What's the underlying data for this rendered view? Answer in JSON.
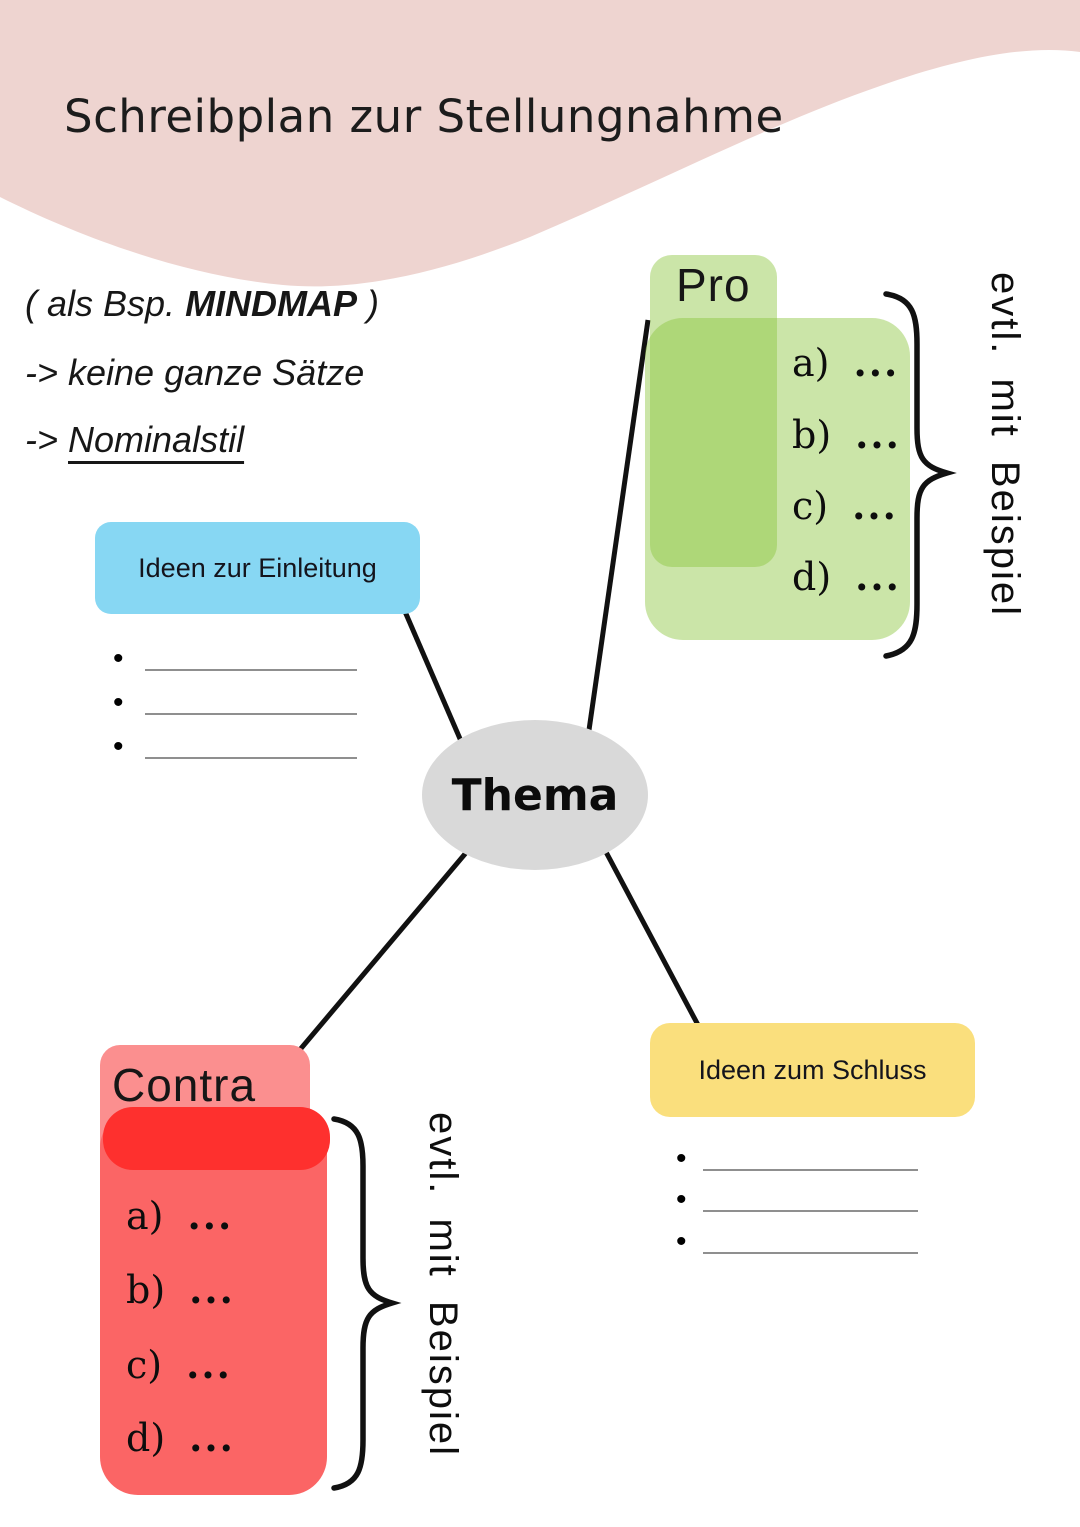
{
  "title": "Schreibplan zur Stellungnahme",
  "notes": {
    "line1_prefix": "( als Bsp. ",
    "line1_bold": "MINDMAP",
    "line1_suffix": " )",
    "line2": "-> keine ganze Sätze",
    "line3_prefix": "-> ",
    "line3_underline": "Nominalstil"
  },
  "center": {
    "label": "Thema"
  },
  "einleitung": {
    "label": "Ideen zur Einleitung",
    "bullet_char": "•"
  },
  "schluss": {
    "label": "Ideen zum Schluss",
    "bullet_char": "•"
  },
  "pro": {
    "label": "Pro",
    "annotation": "evtl. mit Beispiel",
    "items": [
      {
        "letter": "a)",
        "dots": "..."
      },
      {
        "letter": "b)",
        "dots": "..."
      },
      {
        "letter": "c)",
        "dots": "..."
      },
      {
        "letter": "d)",
        "dots": "..."
      }
    ]
  },
  "contra": {
    "label": "Contra",
    "annotation": "evtl. mit Beispiel",
    "items": [
      {
        "letter": "a)",
        "dots": "..."
      },
      {
        "letter": "b)",
        "dots": "..."
      },
      {
        "letter": "c)",
        "dots": "..."
      },
      {
        "letter": "d)",
        "dots": "..."
      }
    ]
  },
  "colors": {
    "wave_pink": "#eed4d0",
    "blue_box": "#87d7f3",
    "yellow_box": "#fadf7d",
    "green_translucent": "rgba(139,197,63,0.45)",
    "salmon_box": "#fb6565",
    "salmon_label_box": "#fb8f8f",
    "red_bar": "#fe302e",
    "ellipse_gray": "#d9d9d9",
    "line_black": "#111111"
  }
}
